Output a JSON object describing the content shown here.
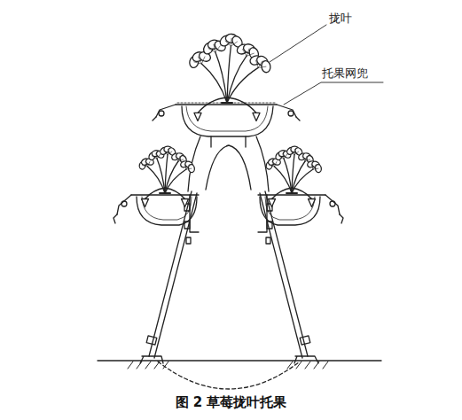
{
  "diagram": {
    "caption": "图 2 草莓拢叶托果",
    "labels": [
      "拢叶",
      "托果网兜"
    ]
  }
}
